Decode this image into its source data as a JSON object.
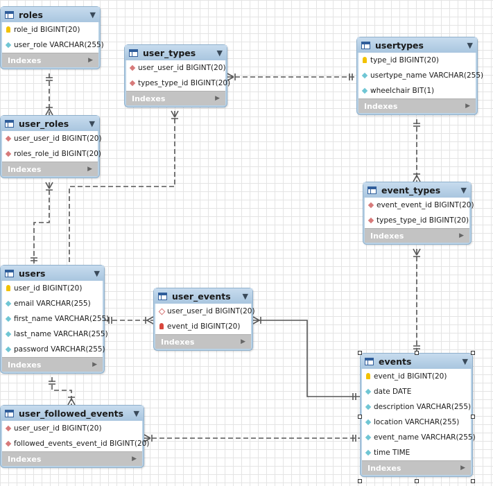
{
  "tables": [
    {
      "key": "roles",
      "name": "roles",
      "columns": [
        {
          "icon": "pk",
          "text": "role_id BIGINT(20)"
        },
        {
          "icon": "at",
          "text": "user_role VARCHAR(255)"
        }
      ]
    },
    {
      "key": "user_types",
      "name": "user_types",
      "columns": [
        {
          "icon": "fk",
          "text": "user_user_id BIGINT(20)"
        },
        {
          "icon": "fk",
          "text": "types_type_id BIGINT(20)"
        }
      ]
    },
    {
      "key": "usertypes",
      "name": "usertypes",
      "columns": [
        {
          "icon": "pk",
          "text": "type_id BIGINT(20)"
        },
        {
          "icon": "at",
          "text": "usertype_name VARCHAR(255)"
        },
        {
          "icon": "at",
          "text": "wheelchair BIT(1)"
        }
      ]
    },
    {
      "key": "user_roles",
      "name": "user_roles",
      "columns": [
        {
          "icon": "fk",
          "text": "user_user_id BIGINT(20)"
        },
        {
          "icon": "fk",
          "text": "roles_role_id BIGINT(20)"
        }
      ]
    },
    {
      "key": "event_types",
      "name": "event_types",
      "columns": [
        {
          "icon": "fk",
          "text": "event_event_id BIGINT(20)"
        },
        {
          "icon": "fk",
          "text": "types_type_id BIGINT(20)"
        }
      ]
    },
    {
      "key": "users",
      "name": "users",
      "columns": [
        {
          "icon": "pk",
          "text": "user_id BIGINT(20)"
        },
        {
          "icon": "at",
          "text": "email VARCHAR(255)"
        },
        {
          "icon": "at",
          "text": "first_name VARCHAR(255)"
        },
        {
          "icon": "at",
          "text": "last_name VARCHAR(255)"
        },
        {
          "icon": "at",
          "text": "password VARCHAR(255)"
        }
      ]
    },
    {
      "key": "user_events",
      "name": "user_events",
      "columns": [
        {
          "icon": "fkh",
          "text": "user_user_id BIGINT(20)"
        },
        {
          "icon": "pkr",
          "text": "event_id BIGINT(20)"
        }
      ]
    },
    {
      "key": "events",
      "name": "events",
      "columns": [
        {
          "icon": "pk",
          "text": "event_id BIGINT(20)"
        },
        {
          "icon": "at",
          "text": "date DATE"
        },
        {
          "icon": "at",
          "text": "description VARCHAR(255)"
        },
        {
          "icon": "at",
          "text": "location VARCHAR(255)"
        },
        {
          "icon": "at",
          "text": "event_name VARCHAR(255)"
        },
        {
          "icon": "at",
          "text": "time TIME"
        }
      ]
    },
    {
      "key": "user_followed_events",
      "name": "user_followed_events",
      "columns": [
        {
          "icon": "fk",
          "text": "user_user_id BIGINT(20)"
        },
        {
          "icon": "fk",
          "text": "followed_events_event_id BIGINT(20)"
        }
      ]
    }
  ],
  "indexes_label": "Indexes",
  "colors": {
    "header": "#a9c6df",
    "indexes": "#c3c3c3",
    "line": "#555555",
    "primary_key": "#f2c200",
    "foreign_key": "#d77a7a",
    "attribute": "#6fc6d4"
  }
}
